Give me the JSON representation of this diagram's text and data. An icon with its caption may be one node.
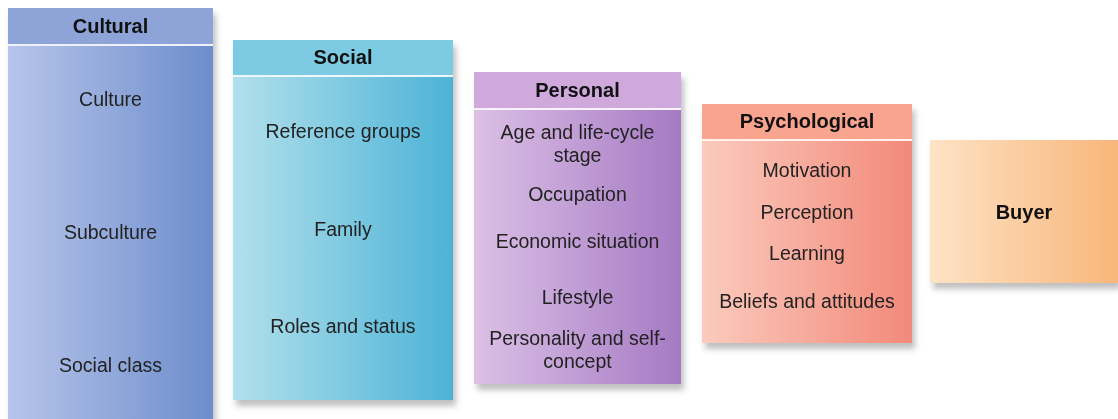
{
  "diagram": {
    "nodes": [
      {
        "text": [
          "Cultural",
          "Culture",
          "Subculture",
          "Social class"
        ]
      },
      {
        "text": [
          "Social",
          "Reference groups",
          "Family",
          "Roles and status"
        ]
      },
      {
        "text": [
          "Personal",
          "Age and life-cycle stage",
          "Occupation",
          "Economic situation",
          "Lifestyle",
          "Personality and self-concept"
        ]
      },
      {
        "text": [
          "Psychological",
          "Motivation",
          "Perception",
          "Learning",
          "Beliefs and attitudes"
        ]
      },
      {
        "text": [
          "Buyer"
        ]
      }
    ]
  }
}
